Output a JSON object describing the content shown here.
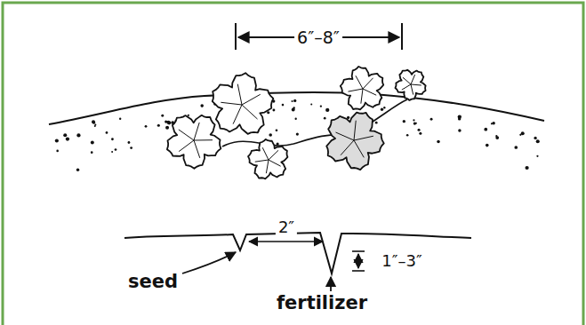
{
  "diagram": {
    "labels": [
      "6″–8″",
      "2″",
      "1″–3″",
      "seed",
      "fertilizer"
    ]
  }
}
